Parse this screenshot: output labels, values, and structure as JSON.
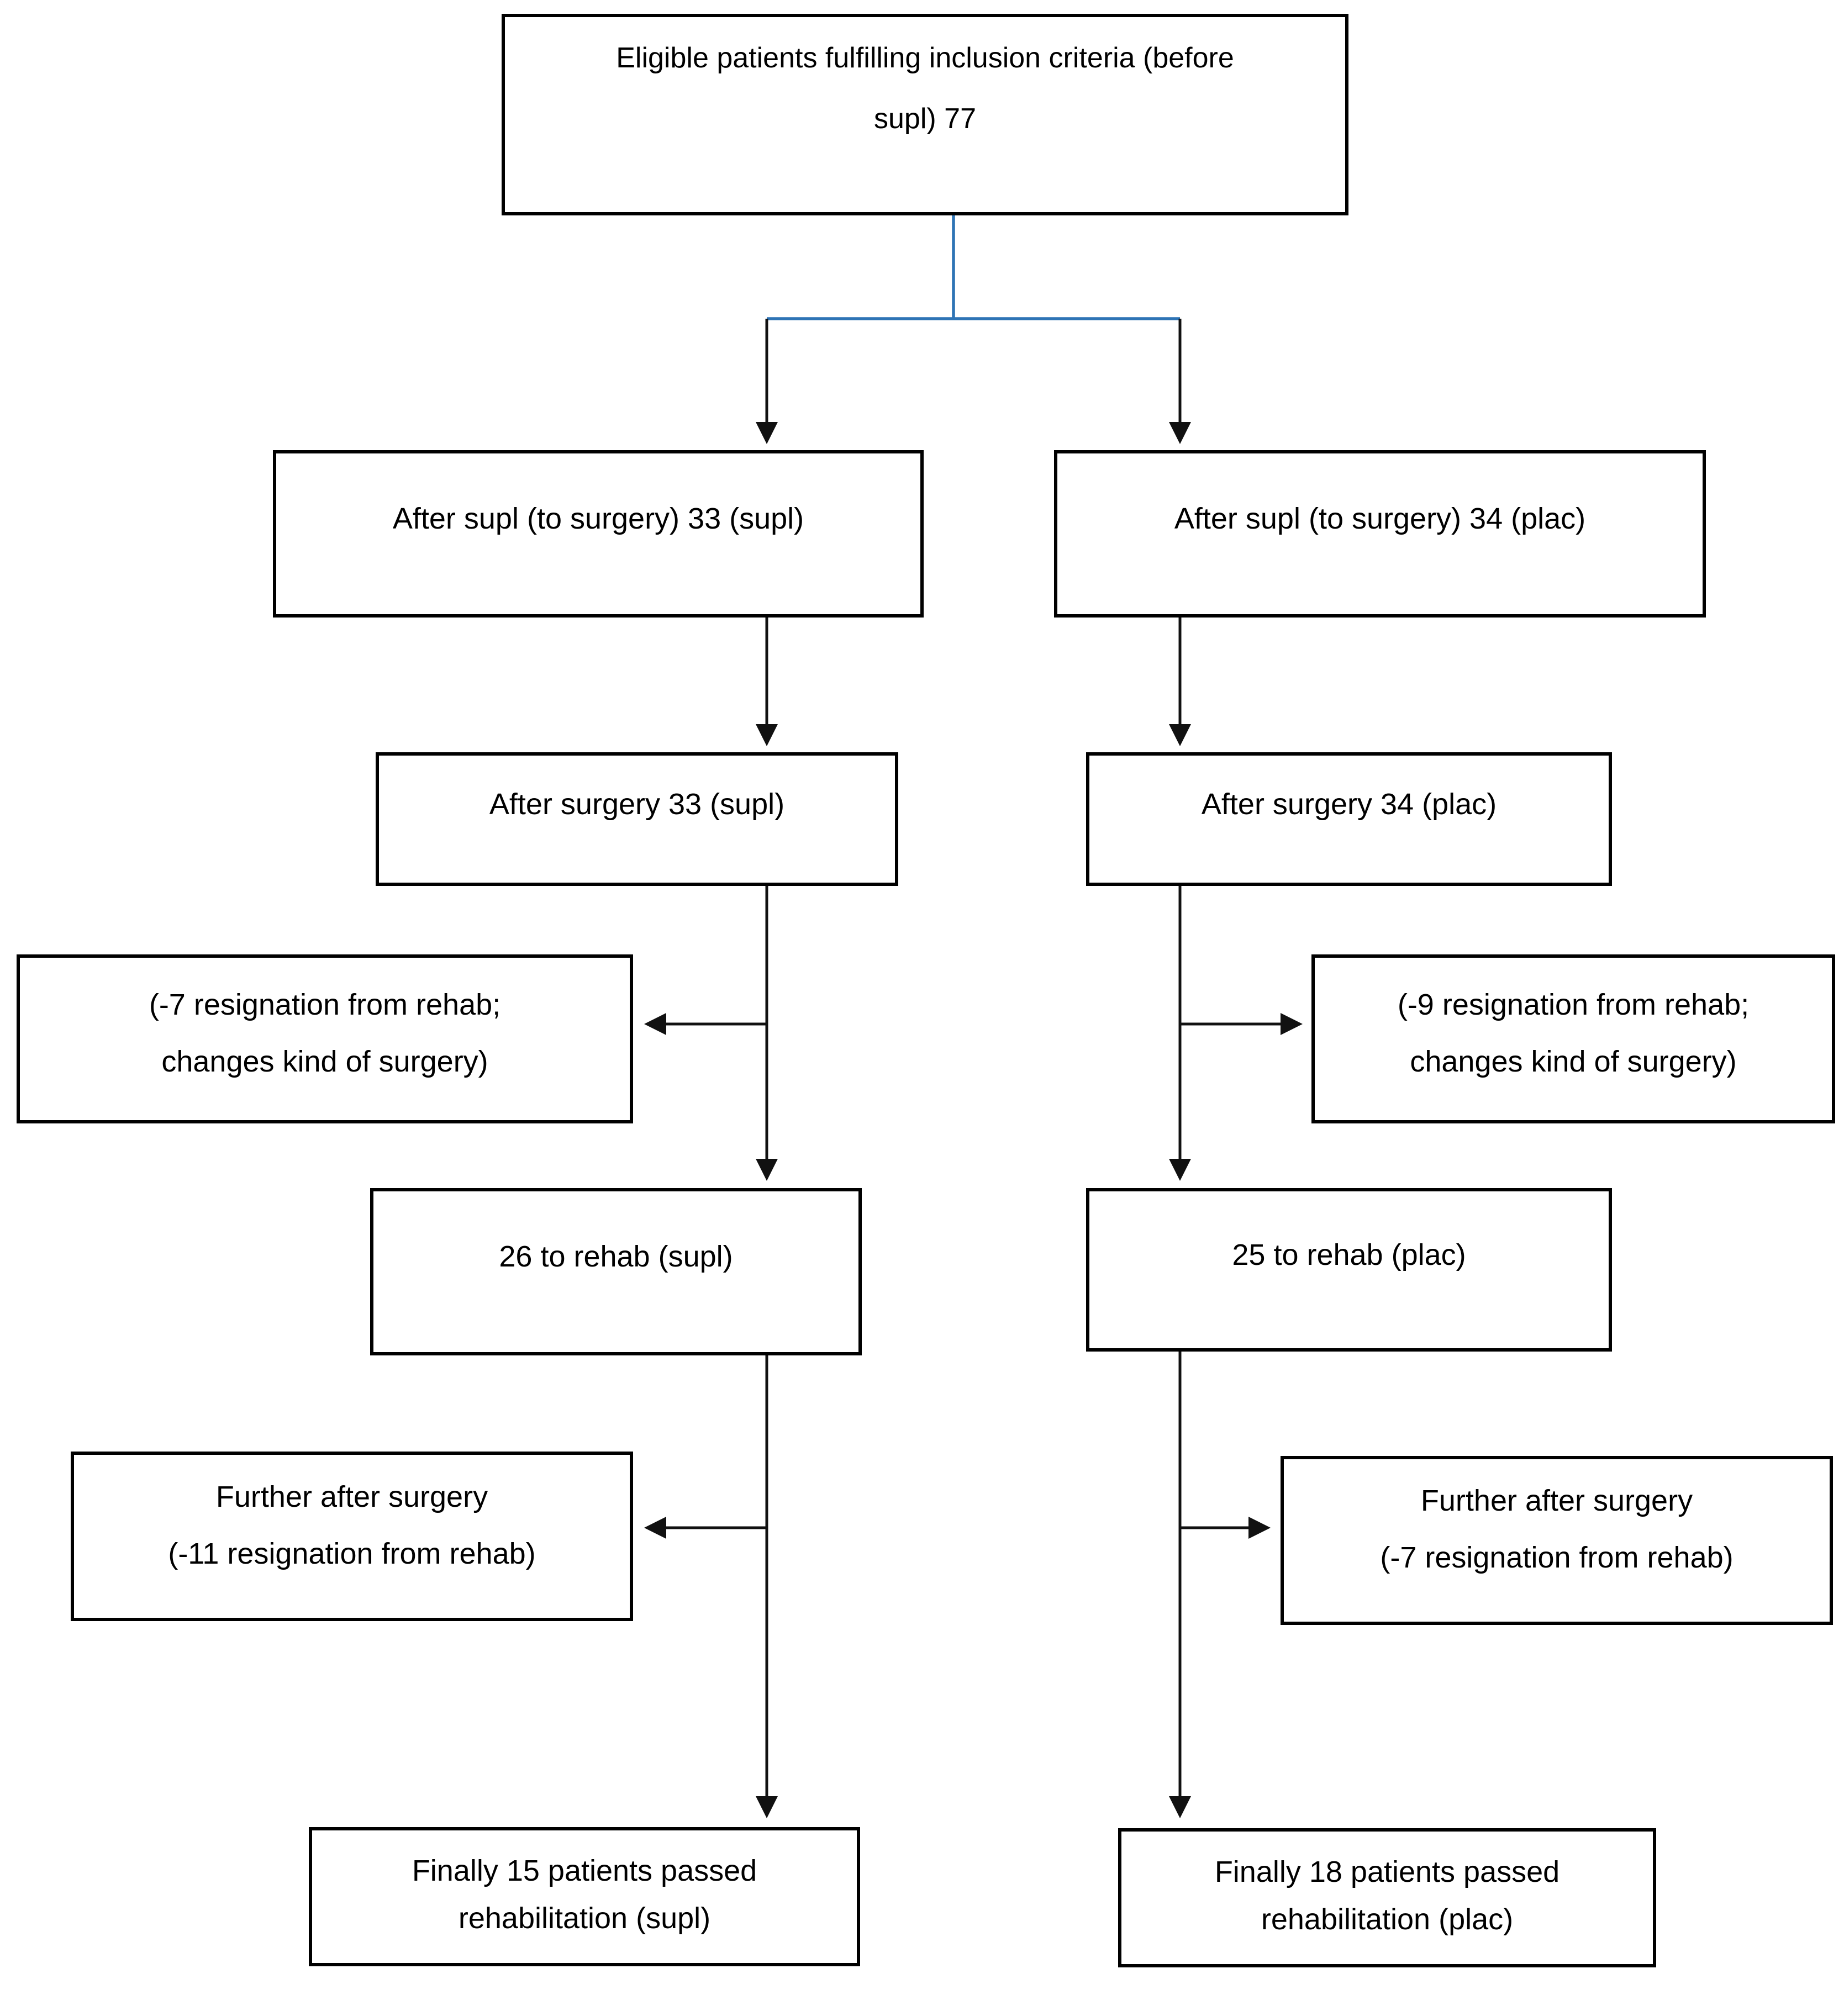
{
  "diagram": {
    "type": "flowchart",
    "description": "Patient flow diagram with two study arms (supl / plac)",
    "colors": {
      "connector_blue": "#2E74B5",
      "connector_black": "#111111",
      "box_border": "#000000",
      "background": "#ffffff"
    },
    "nodes": {
      "eligible": {
        "lines": [
          "Eligible patients fulfilling inclusion criteria (before",
          "supl) 77"
        ]
      },
      "after_supl_supl": {
        "lines": [
          "After supl (to surgery) 33 (supl)"
        ]
      },
      "after_supl_plac": {
        "lines": [
          "After supl (to surgery) 34 (plac)"
        ]
      },
      "after_surgery_supl": {
        "lines": [
          "After surgery 33 (supl)"
        ]
      },
      "after_surgery_plac": {
        "lines": [
          "After surgery 34 (plac)"
        ]
      },
      "resignation_supl": {
        "lines": [
          "(-7 resignation from rehab;",
          "changes  kind of surgery)"
        ]
      },
      "resignation_plac": {
        "lines": [
          "(-9 resignation from rehab;",
          "changes  kind of surgery)"
        ]
      },
      "to_rehab_supl": {
        "lines": [
          "26 to rehab (supl)"
        ]
      },
      "to_rehab_plac": {
        "lines": [
          "25 to rehab (plac)"
        ]
      },
      "further_supl": {
        "lines": [
          "Further after surgery",
          "(-11 resignation from rehab)"
        ]
      },
      "further_plac": {
        "lines": [
          "Further after surgery",
          "(-7 resignation from rehab)"
        ]
      },
      "finally_supl": {
        "lines": [
          "Finally 15 patients passed",
          "rehabilitation (supl)"
        ]
      },
      "finally_plac": {
        "lines": [
          "Finally 18 patients passed",
          "rehabilitation (plac)"
        ]
      }
    },
    "edges": [
      {
        "from": "eligible",
        "to": "after_supl_supl",
        "style": "blue-split-then-black-arrow"
      },
      {
        "from": "eligible",
        "to": "after_supl_plac",
        "style": "blue-split-then-black-arrow"
      },
      {
        "from": "after_supl_supl",
        "to": "after_surgery_supl",
        "style": "black-arrow"
      },
      {
        "from": "after_supl_plac",
        "to": "after_surgery_plac",
        "style": "black-arrow"
      },
      {
        "from": "after_surgery_supl",
        "to": "resignation_supl",
        "style": "black-arrow-side"
      },
      {
        "from": "after_surgery_plac",
        "to": "resignation_plac",
        "style": "black-arrow-side"
      },
      {
        "from": "after_surgery_supl",
        "to": "to_rehab_supl",
        "style": "black-arrow"
      },
      {
        "from": "after_surgery_plac",
        "to": "to_rehab_plac",
        "style": "black-arrow"
      },
      {
        "from": "to_rehab_supl",
        "to": "further_supl",
        "style": "black-arrow-side"
      },
      {
        "from": "to_rehab_plac",
        "to": "further_plac",
        "style": "black-arrow-side"
      },
      {
        "from": "to_rehab_supl",
        "to": "finally_supl",
        "style": "black-arrow"
      },
      {
        "from": "to_rehab_plac",
        "to": "finally_plac",
        "style": "black-arrow"
      }
    ]
  }
}
